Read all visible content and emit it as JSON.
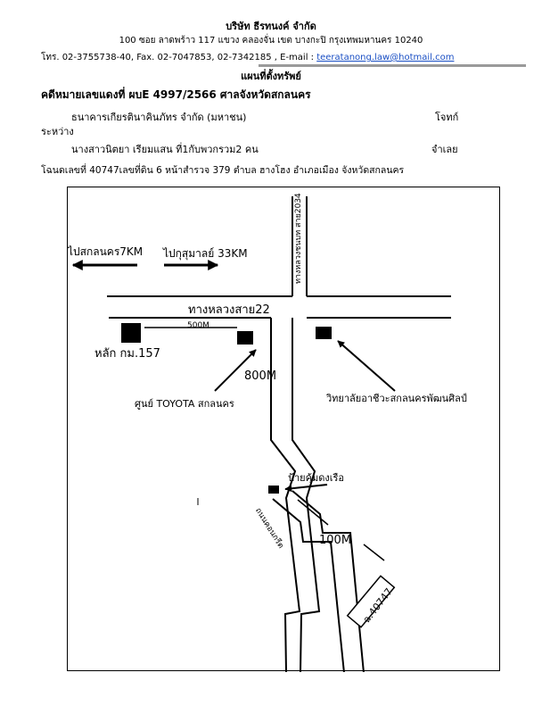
{
  "header": {
    "company": "บริษัท ธีรทนงค์ จำกัด",
    "address": "100 ซอย ลาดพร้าว 117 แขวง คลองจั่น เขต บางกะปิ กรุงเทพมหานคร 10240",
    "contact_prefix": "โทร. 02-3755738-40, Fax. 02-7047853, 02-7342185 , E-mail : ",
    "email": "teeratanong.law@hotmail.com"
  },
  "document": {
    "map_title": "แผนที่ตั้งทรัพย์",
    "case_no": "คดีหมายเลขแดงที่ ผบE 4997/2566 ศาลจังหวัดสกลนคร",
    "plaintiff": "ธนาคารเกียรตินาคินภัทร จำกัด (มหาชน)",
    "plaintiff_role": "โจทก์",
    "between": "ระหว่าง",
    "defendant": "นางสาวนิตยา เรียมแสน ที่1กับพวกรวม2 คน",
    "defendant_role": "จำเลย",
    "deed": "โฉนดเลขที่ 40747เลขที่ดิน 6 หน้าสำรวจ 379 ตำบล ฮางโฮง อำเภอเมือง จังหวัดสกลนคร"
  },
  "map": {
    "to_sakon": "ไปสกลนคร7KM",
    "to_kut": "ไปกุสุมาลย์ 33KM",
    "highway_22": "ทางหลวงสาย22",
    "highway_2034": "ทางหลวงชนบท สาย2034",
    "dist_500m": "500M",
    "km_marker": "หลัก กม.157",
    "dist_800m": "800M",
    "toyota": "ศูนย์ TOYOTA สกลนคร",
    "college": "วิทยาลัยอาชีวะสกลนครพัฒนศิลป์",
    "sign": "ป้ายคุ้มดงเรือ",
    "side_road": "ถนนคอนกรีต",
    "dist_100m": "100M",
    "parcel": "ฉ.40747"
  }
}
